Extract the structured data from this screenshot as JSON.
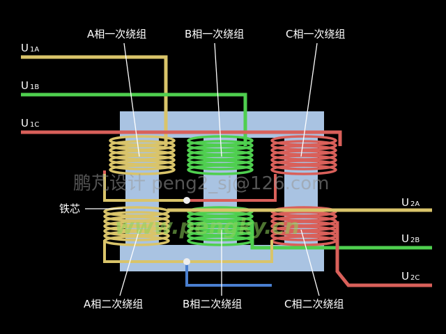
{
  "labels": {
    "primary_a": "A相一次绕组",
    "primary_b": "B相一次绕组",
    "primary_c": "C相一次绕组",
    "secondary_a": "A相二次绕组",
    "secondary_b": "B相二次绕组",
    "secondary_c": "C相二次绕组",
    "core": "铁芯"
  },
  "terminals": {
    "u1a": {
      "main": "U",
      "sub": "1A"
    },
    "u1b": {
      "main": "U",
      "sub": "1B"
    },
    "u1c": {
      "main": "U",
      "sub": "1C"
    },
    "u2a": {
      "main": "U",
      "sub": "2A"
    },
    "u2b": {
      "main": "U",
      "sub": "2B"
    },
    "u2c": {
      "main": "U",
      "sub": "2C"
    }
  },
  "watermarks": {
    "line1": "鹏芃设计 peng2_sj@126.com",
    "line2": "www.pengky.cn"
  },
  "colors": {
    "phase_a": "#d9c46a",
    "phase_b": "#4fcf4f",
    "phase_c": "#d9605a",
    "core": "#a9c3e2",
    "neutral": "#4a7fd0"
  }
}
